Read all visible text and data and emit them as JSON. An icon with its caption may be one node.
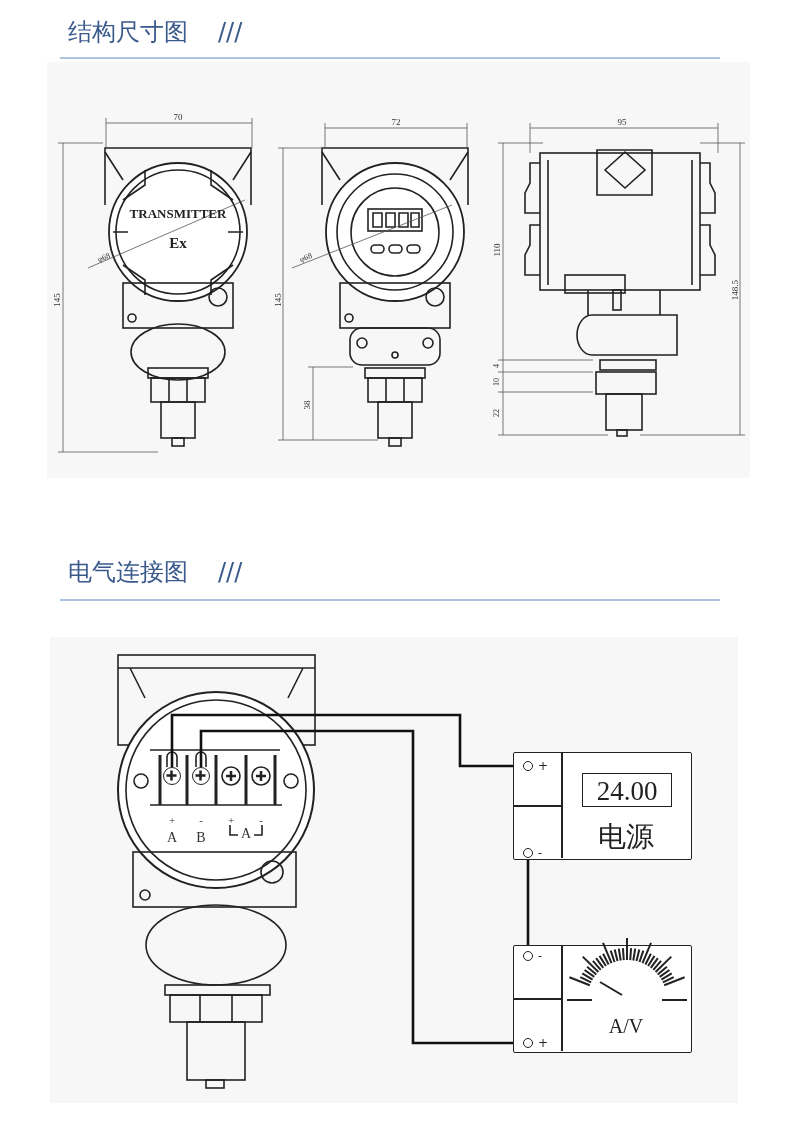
{
  "diagram": {
    "nodes": [
      {
        "text": [],
        "shape": "circle"
      },
      {
        "text": [],
        "shape": "circle"
      },
      {
        "text": [
          "24.00",
          "电源"
        ]
      },
      {
        "text": [],
        "shape": "circle",
        "in": 2,
        "beside": [
          "+"
        ]
      },
      {
        "text": [],
        "shape": "circle",
        "in": 2,
        "beside": [
          "-"
        ]
      },
      {
        "text": [
          "A/V"
        ]
      },
      {
        "text": [],
        "shape": "circle",
        "in": 5,
        "beside": [
          "-"
        ]
      },
      {
        "text": [],
        "shape": "circle",
        "in": 5,
        "beside": [
          "+"
        ]
      }
    ],
    "edges": [
      {
        "from": 0,
        "to": 3,
        "arrow": "none"
      },
      {
        "from": 4,
        "to": 6,
        "arrow": "none"
      },
      {
        "from": 7,
        "to": 1,
        "arrow": "none"
      }
    ],
    "labels": [
      "结构尺寸图",
      "///",
      "70",
      "145",
      "φ68",
      "TRANSMITTER",
      "Ex",
      "72",
      "145",
      "φ68",
      "38",
      "95",
      "110",
      "148.5",
      "4",
      "10",
      "22",
      "电气连接图",
      "///",
      "+",
      "-",
      "+",
      "-",
      "A",
      "B",
      "A"
    ]
  }
}
